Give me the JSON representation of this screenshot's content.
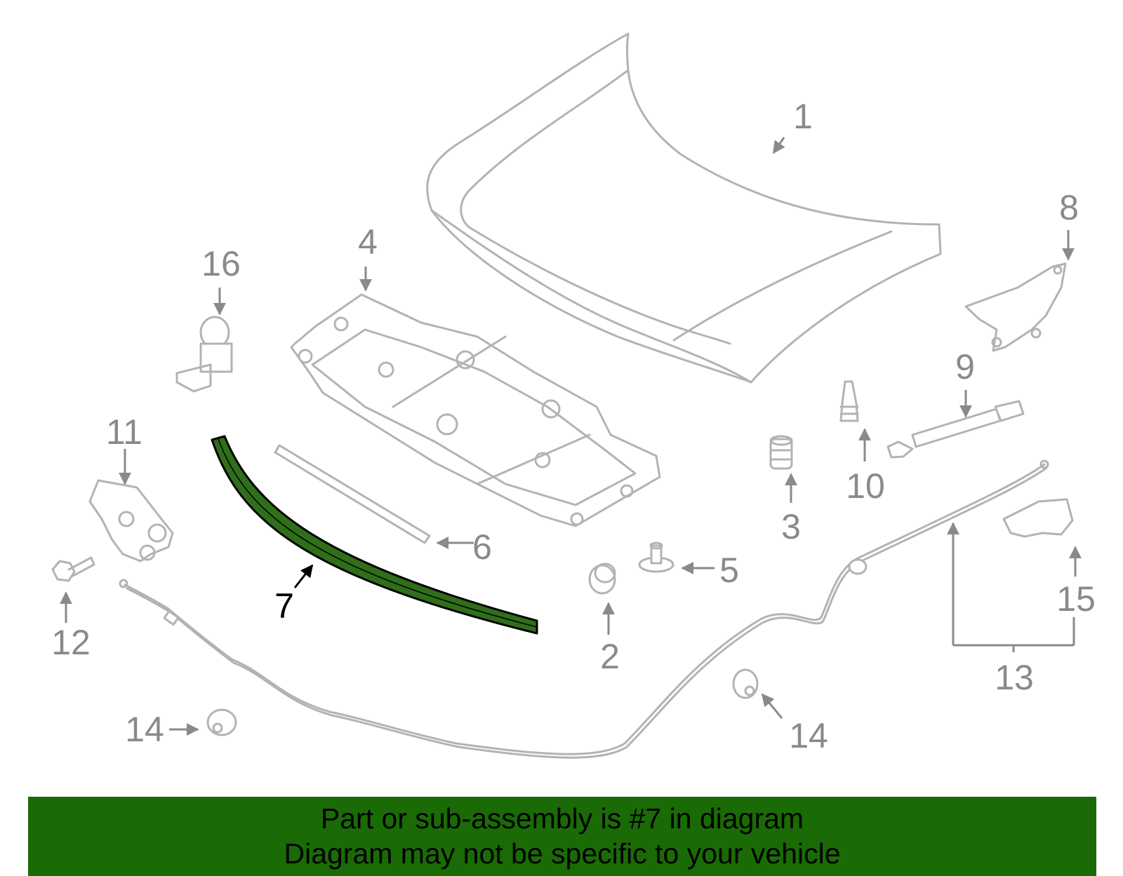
{
  "diagram": {
    "highlight_color": "#2f6f1a",
    "callouts": {
      "c1": "1",
      "c2": "2",
      "c3": "3",
      "c4": "4",
      "c5": "5",
      "c6": "6",
      "c7": "7",
      "c8": "8",
      "c9": "9",
      "c10": "10",
      "c11": "11",
      "c12": "12",
      "c13": "13",
      "c14a": "14",
      "c14b": "14",
      "c15": "15",
      "c16": "16"
    }
  },
  "banner": {
    "color": "#1a6b06",
    "line1": "Part or sub-assembly is #7 in diagram",
    "line2": "Diagram may not be specific to your vehicle"
  }
}
